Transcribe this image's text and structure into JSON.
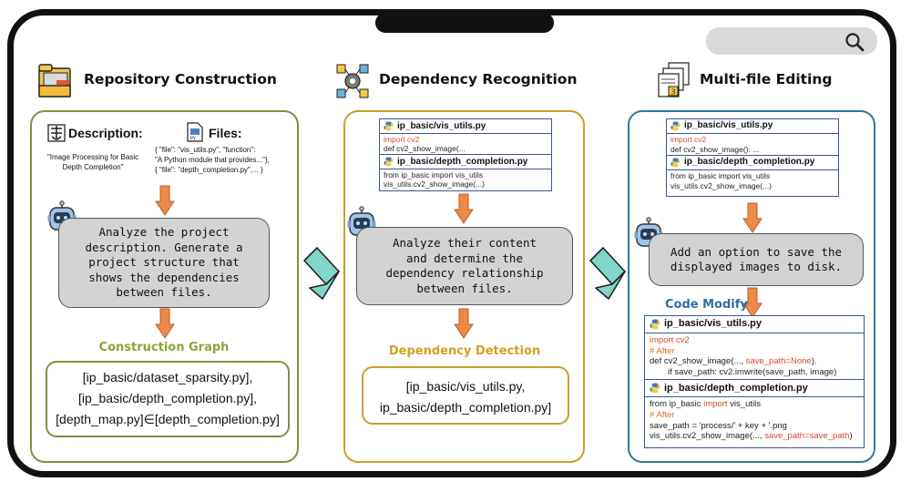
{
  "sections": {
    "repo": {
      "title": "Repository Construction",
      "description_label": "Description:",
      "description_text_1": "\"Image Processing for Basic",
      "description_text_2": "Depth Completion\"",
      "files_label": "Files:",
      "files_line_1": "{ \"file\": \"vis_utils.py\", \"function\":",
      "files_line_2": "\"A Python module that provides...\"},",
      "files_line_3": "{ \"file\": \"depth_completion.py\",... }",
      "prompt_1": "Analyze the project",
      "prompt_2": "description. Generate a",
      "prompt_3": "project structure that",
      "prompt_4": "shows the dependencies",
      "prompt_5": "between files.",
      "result_label": "Construction Graph",
      "result_1": "[ip_basic/dataset_sparsity.py],",
      "result_2": "[ip_basic/depth_completion.py],",
      "result_3": "[depth_map.py]∈[depth_completion.py]"
    },
    "dep": {
      "title": "Dependency Recognition",
      "file1_name": "ip_basic/vis_utils.py",
      "file1_l1": "import cv2",
      "file1_l2": "def cv2_show_image(...",
      "file2_name": "ip_basic/depth_completion.py",
      "file2_l1": "from ip_basic import vis_utils",
      "file2_l2": "vis_utils.cv2_show_image(...)",
      "prompt_1": "Analyze their content",
      "prompt_2": "and determine the",
      "prompt_3": "dependency relationship",
      "prompt_4": "between files.",
      "result_label": "Dependency Detection",
      "result_1": "[ip_basic/vis_utils.py,",
      "result_2": "ip_basic/depth_completion.py]"
    },
    "edit": {
      "title": "Multi-file Editing",
      "file1_name": "ip_basic/vis_utils.py",
      "file1_l1": "import cv2",
      "file1_l2": "def cv2_show_image(): ...",
      "file2_name": "ip_basic/depth_completion.py",
      "file2_l1": "from ip_basic import vis_utils",
      "file2_l2": "vis_utils.cv2_show_image(...)",
      "prompt_1": "Add an option to save the",
      "prompt_2": "displayed images to disk.",
      "modify_label": "Code Modify",
      "mod1_name": "ip_basic/vis_utils.py",
      "mod1_l1": "import cv2",
      "mod1_l2": "# After",
      "mod1_l3a": "def cv2_show_image(..., ",
      "mod1_l3b": "save_path=None",
      "mod1_l3c": ").",
      "mod1_l4": "if save_path: cv2.imwrite(save_path, image)",
      "mod2_name": "ip_basic/depth_completion.py",
      "mod2_l1a": "from ip_basic ",
      "mod2_l1b": "import",
      "mod2_l1c": " vis_utils",
      "mod2_l2": "# After",
      "mod2_l3": "save_path = 'process/' + key + '.png",
      "mod2_l4a": "vis_utils.cv2_show_image(..., ",
      "mod2_l4b": "save_path=save_path",
      "mod2_l4c": ")"
    }
  },
  "colors": {
    "repo_border": "#7d9140",
    "dep_border": "#c9a02b",
    "edit_border": "#2f7a96",
    "arrow_orange": "#ec8a4a",
    "teal": "#7fd6c9"
  }
}
